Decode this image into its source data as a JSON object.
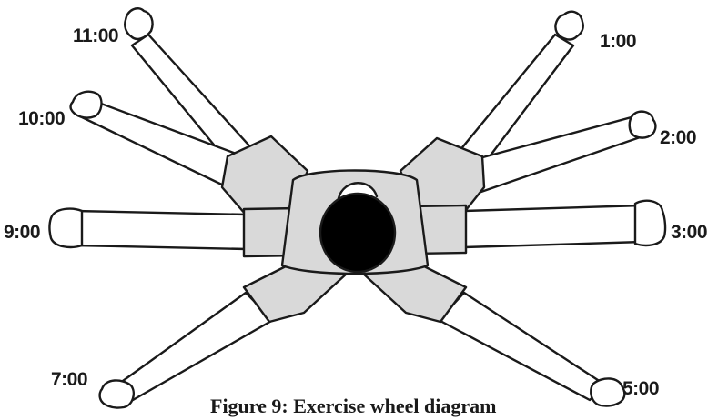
{
  "figure": {
    "caption": "Figure 9: Exercise wheel diagram",
    "clock_positions": {
      "eleven": "11:00",
      "one": "1:00",
      "ten": "10:00",
      "two": "2:00",
      "nine": "9:00",
      "three": "3:00",
      "seven": "7:00",
      "five": "5:00"
    },
    "colors": {
      "line": "#1a1a1a",
      "fill_shorts": "#d9d9d9",
      "head": "#000000",
      "background": "#ffffff"
    }
  }
}
